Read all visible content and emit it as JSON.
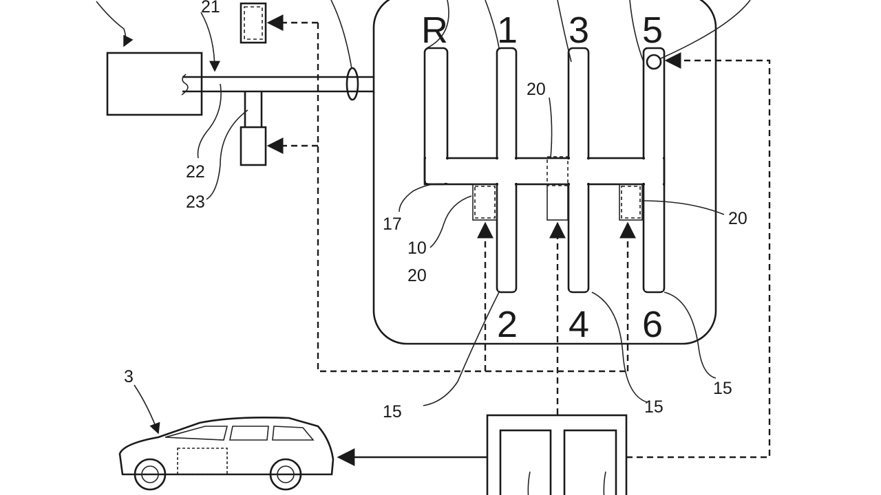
{
  "gears": {
    "top": [
      "R",
      "1",
      "3",
      "5"
    ],
    "bottom": [
      "2",
      "4",
      "6"
    ]
  },
  "labels": {
    "l21": "21",
    "l22": "22",
    "l23": "23",
    "l20_center": "20",
    "l17": "17",
    "l10": "10",
    "l20_left": "20",
    "l20_right": "20",
    "l15_a": "15",
    "l15_b": "15",
    "l15_c": "15",
    "l3": "3"
  },
  "colors": {
    "ink": "#1a1a1a",
    "background": "#ffffff"
  }
}
